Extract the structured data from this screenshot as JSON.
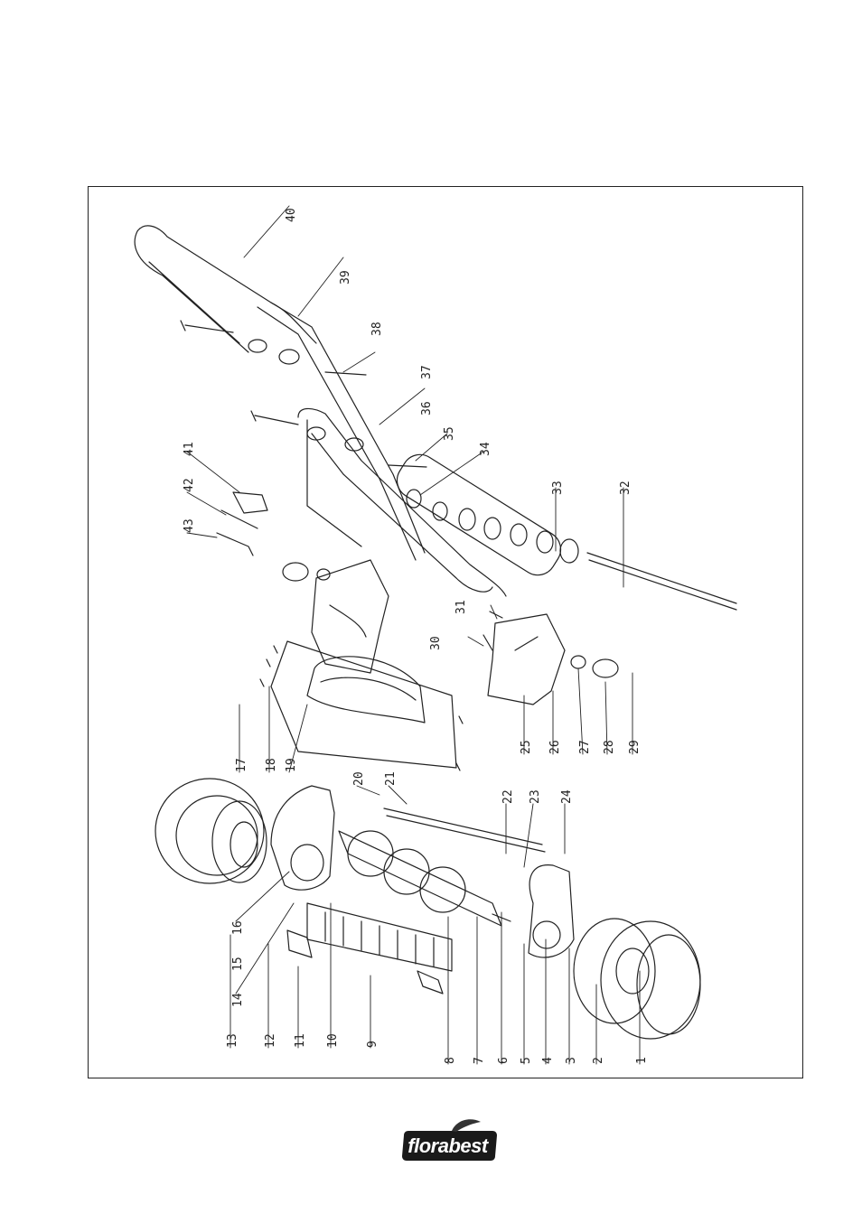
{
  "diagram": {
    "parts": [
      "1",
      "2",
      "3",
      "4",
      "5",
      "6",
      "7",
      "8",
      "9",
      "10",
      "11",
      "12",
      "13",
      "14",
      "15",
      "16",
      "17",
      "18",
      "19",
      "20",
      "21",
      "22",
      "23",
      "24",
      "25",
      "26",
      "27",
      "28",
      "29",
      "30",
      "31",
      "32",
      "33",
      "34",
      "35",
      "36",
      "37",
      "38",
      "39",
      "40",
      "41",
      "42",
      "43"
    ]
  },
  "colors": {
    "line": "#222222",
    "logo_bg": "#1a1a1a",
    "logo_leaf": "#333333"
  },
  "logo": {
    "text": "florabest"
  }
}
